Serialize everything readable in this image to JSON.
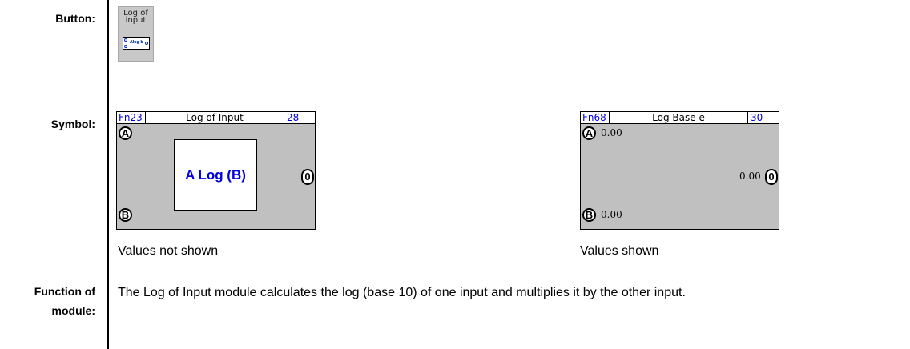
{
  "labels": {
    "button": "Button:",
    "symbol": "Symbol:",
    "function_line1": "Function of",
    "function_line2": "module:"
  },
  "toolbar_button": {
    "text_line1": "Log of",
    "text_line2": "input",
    "icon_text": "Alog b"
  },
  "symbol_left": {
    "fn": "Fn23",
    "title": "Log of Input",
    "number": "28",
    "port_a": "A",
    "port_b": "B",
    "port_out": "0",
    "formula": "A Log (B)",
    "caption": "Values not shown"
  },
  "symbol_right": {
    "fn": "Fn68",
    "title": "Log Base e",
    "number": "30",
    "port_a": "A",
    "port_b": "B",
    "port_out": "0",
    "value_a": "0.00",
    "value_b": "0.00",
    "value_out": "0.00",
    "caption": "Values shown"
  },
  "function_description": "The Log of Input module calculates the log (base 10) of one input and multiplies it by the other input.",
  "colors": {
    "module_body": "#c0c0c0",
    "header_blue": "#0000e0",
    "button_bg": "#c8c8c8"
  }
}
